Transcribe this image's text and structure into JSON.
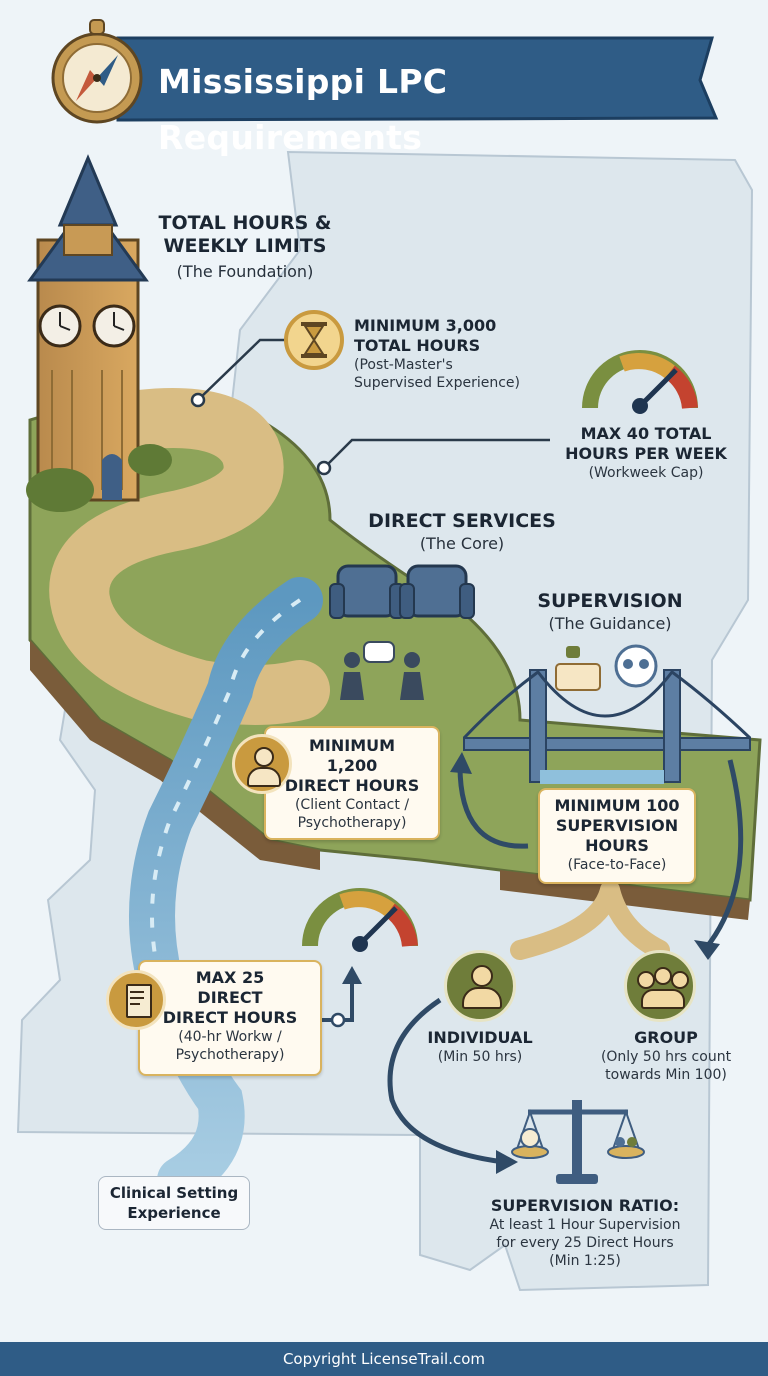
{
  "title": "Mississippi LPC Requirements",
  "sections": {
    "total_hours": {
      "heading_line1": "TOTAL HOURS &",
      "heading_line2": "WEEKLY LIMITS",
      "subheading": "(The Foundation)"
    },
    "direct_services": {
      "heading": "DIRECT SERVICES",
      "subheading": "(The Core)"
    },
    "supervision": {
      "heading": "SUPERVISION",
      "subheading": "(The Guidance)"
    }
  },
  "callouts": {
    "min_total": {
      "line1": "MINIMUM 3,000",
      "line2": "TOTAL HOURS",
      "note1": "(Post-Master's",
      "note2": "Supervised Experience)"
    },
    "max_week": {
      "line1": "MAX 40 TOTAL",
      "line2": "HOURS PER WEEK",
      "note": "(Workweek Cap)"
    },
    "min_direct": {
      "line1": "MINIMUM",
      "line2": "1,200",
      "line3": "DIRECT HOURS",
      "note1": "(Client Contact /",
      "note2": "Psychotherapy)"
    },
    "min_supervision": {
      "line1": "MINIMUM 100",
      "line2": "SUPERVISION",
      "line3": "HOURS",
      "note": "(Face-to-Face)"
    },
    "max_direct": {
      "line1": "MAX 25",
      "line2": "DIRECT",
      "line3": "DIRECT HOURS",
      "note1": "(40-hr Workw /",
      "note2": "Psychotherapy)"
    },
    "individual": {
      "label": "INDIVIDUAL",
      "note": "(Min 50 hrs)"
    },
    "group": {
      "label": "GROUP",
      "note1": "(Only 50 hrs count",
      "note2": "towards Min 100)"
    },
    "ratio": {
      "label": "SUPERVISION RATIO:",
      "note1": "At least 1 Hour Supervision",
      "note2": "for every 25 Direct Hours",
      "note3": "(Min 1:25)"
    },
    "clinical": {
      "line1": "Clinical Setting",
      "line2": "Experience"
    }
  },
  "footer": "Copyright LicenseTrail.com",
  "colors": {
    "banner": "#2f5c86",
    "gold": "#d9b35e",
    "river": "#6fa6c8",
    "land": "#7f9a4c",
    "path": "#d7b77d",
    "map": "#dfe8ee"
  },
  "icons": [
    "compass-icon",
    "clock-tower-icon",
    "hourglass-icon",
    "gauge-icon",
    "armchair-icon",
    "counseling-icon",
    "person-icon",
    "bridge-icon",
    "group-icon",
    "document-icon",
    "scales-icon"
  ]
}
